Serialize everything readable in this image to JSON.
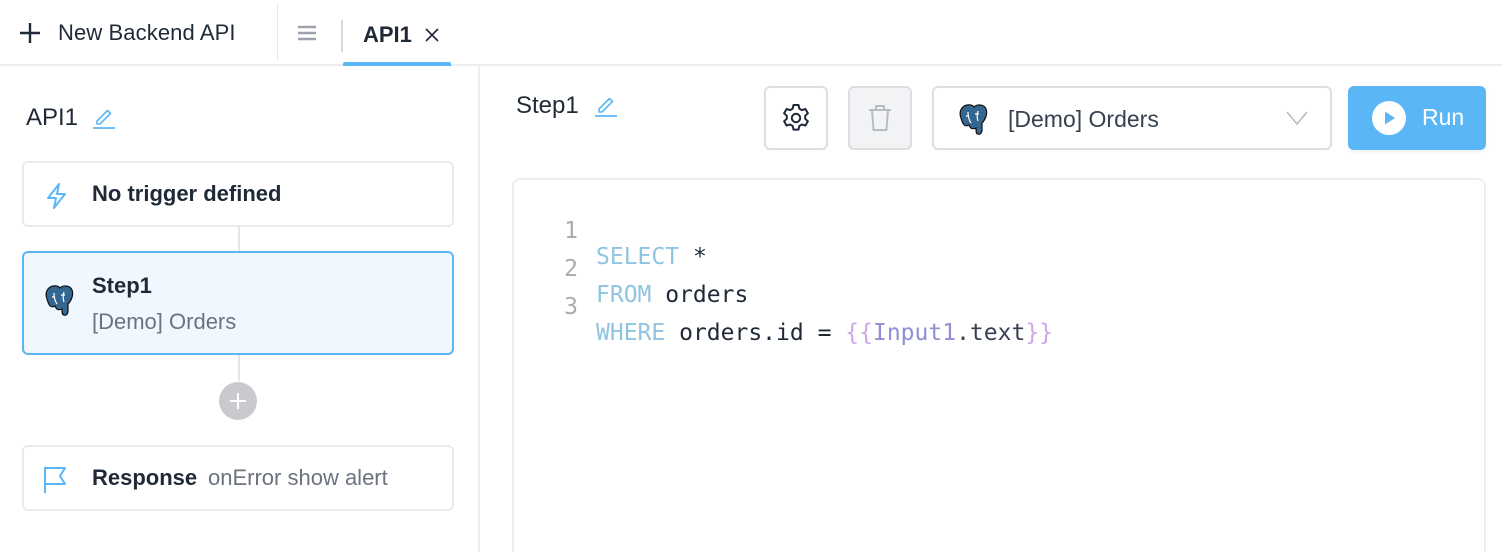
{
  "topbar": {
    "new_api_label": "New Backend API",
    "tabs": [
      {
        "label": "API1",
        "active": true
      }
    ]
  },
  "left_panel": {
    "api_name": "API1",
    "trigger": {
      "label": "No trigger defined",
      "icon": "lightning-icon"
    },
    "steps": [
      {
        "name": "Step1",
        "datasource": "[Demo] Orders",
        "icon": "postgres-icon",
        "selected": true
      }
    ],
    "response": {
      "label": "Response",
      "detail": "onError show alert",
      "icon": "flag-icon"
    }
  },
  "step_editor": {
    "step_name": "Step1",
    "datasource_select": {
      "value": "[Demo] Orders",
      "icon": "postgres-icon"
    },
    "run_label": "Run",
    "code": [
      {
        "line": "1",
        "tokens": [
          {
            "t": "SELECT",
            "c": "kw"
          },
          {
            "t": " *",
            "c": ""
          }
        ]
      },
      {
        "line": "2",
        "tokens": [
          {
            "t": "FROM",
            "c": "kw"
          },
          {
            "t": " orders",
            "c": ""
          }
        ]
      },
      {
        "line": "3",
        "tokens": [
          {
            "t": "WHERE",
            "c": "kw"
          },
          {
            "t": " orders.id = ",
            "c": ""
          },
          {
            "t": "{{",
            "c": "brace"
          },
          {
            "t": "Input1",
            "c": "var"
          },
          {
            "t": ".text",
            "c": "prop"
          },
          {
            "t": "}}",
            "c": "brace"
          }
        ]
      }
    ]
  },
  "colors": {
    "accent": "#5bb6f5",
    "selected_card_bg": "#f0f7fe",
    "keyword": "#8fc4e2",
    "template_brace": "#cfa6e8",
    "template_var": "#8f8fd4",
    "muted_text": "#6b7280"
  }
}
